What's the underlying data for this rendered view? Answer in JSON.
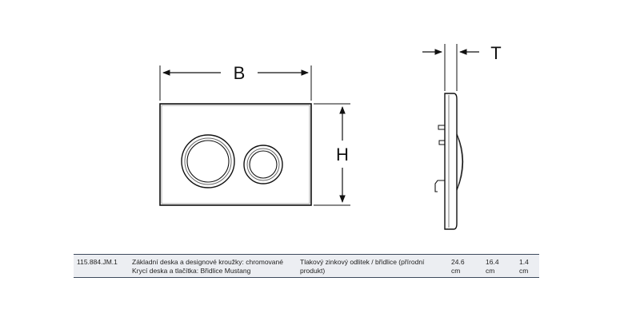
{
  "drawing": {
    "labels": {
      "width": "B",
      "height": "H",
      "thickness": "T"
    }
  },
  "product": {
    "code": "115.884.JM.1",
    "description_line1": "Základní deska a designové kroužky: chromované",
    "description_line2": "Krycí deska a tlačítka: Břidlice Mustang",
    "material_line1": "Tlakový zinkový odlitek / břidlice (přírodní",
    "material_line2": "produkt)",
    "dims": [
      {
        "value": "24.6",
        "unit": "cm"
      },
      {
        "value": "16.4",
        "unit": "cm"
      },
      {
        "value": "1.4",
        "unit": "cm"
      }
    ]
  }
}
